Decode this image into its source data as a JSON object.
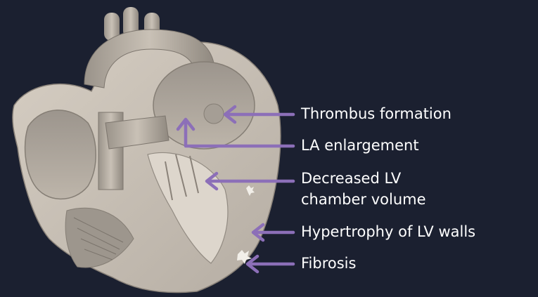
{
  "colors": {
    "background": "#1b2030",
    "arrow": "#8c6fb8",
    "heart_surface": "#c8c0b5",
    "heart_shadow": "#8e877f",
    "label_text": "#ffffff"
  },
  "labels": [
    {
      "id": "thrombus",
      "text": "Thrombus formation"
    },
    {
      "id": "la_enlargement",
      "text": "LA enlargement"
    },
    {
      "id": "decreased_lv_line1",
      "text": "Decreased LV"
    },
    {
      "id": "decreased_lv_line2",
      "text": "chamber volume"
    },
    {
      "id": "hypertrophy",
      "text": "Hypertrophy of LV walls"
    },
    {
      "id": "fibrosis",
      "text": "Fibrosis"
    }
  ]
}
